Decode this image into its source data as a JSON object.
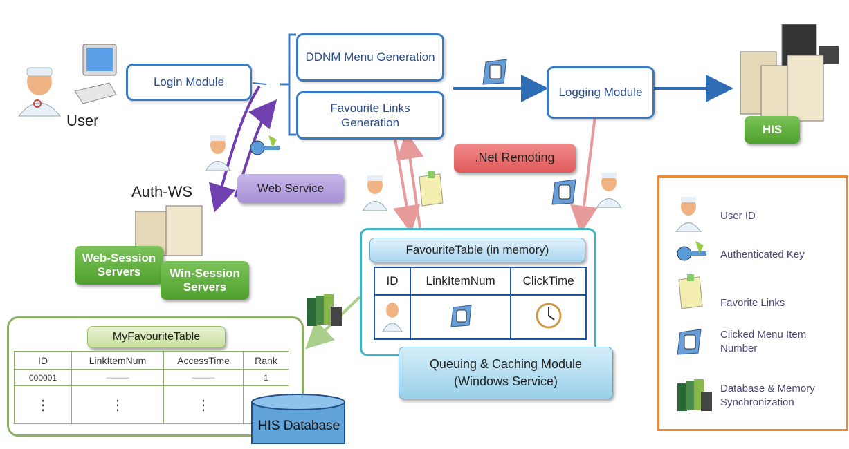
{
  "user_label": "User",
  "login_module": "Login Module",
  "ddnm_menu": "DDNM Menu Generation",
  "favourite_links": "Favourite Links Generation",
  "logging_module": "Logging Module",
  "his": "HIS",
  "auth_ws": "Auth-WS",
  "web_service": "Web Service",
  "net_remoting": ".Net Remoting",
  "web_session": "Web-Session Servers",
  "win_session": "Win-Session Servers",
  "favourite_table": {
    "title": "FavouriteTable (in memory)",
    "headers": [
      "ID",
      "LinkItemNum",
      "ClickTime"
    ]
  },
  "queuing_module": "Queuing & Caching Module (Windows Service)",
  "my_favourite_table": {
    "title": "MyFavouriteTable",
    "headers": [
      "ID",
      "LinkItemNum",
      "AccessTime",
      "Rank"
    ],
    "row1": [
      "000001",
      "———",
      "———",
      "1"
    ],
    "row2": [
      "⋮",
      "⋮",
      "⋮",
      ""
    ]
  },
  "his_database": "HIS Database",
  "legend": {
    "items": [
      {
        "icon": "user-id-icon",
        "label": "User ID"
      },
      {
        "icon": "authenticated-key-icon",
        "label": "Authenticated Key"
      },
      {
        "icon": "favorite-links-icon",
        "label": "Favorite Links"
      },
      {
        "icon": "clicked-menu-item-icon",
        "label": "Clicked Menu Item Number"
      },
      {
        "icon": "db-memory-sync-icon",
        "label": "Database & Memory Synchronization"
      }
    ]
  },
  "colors": {
    "box_border": "#3a7cc4",
    "arrow_blue": "#2f6db5",
    "arrow_purple": "#7040b0",
    "arrow_pink": "#e79a9a",
    "green": "#5aae36",
    "legend_border": "#ec8a3c"
  }
}
